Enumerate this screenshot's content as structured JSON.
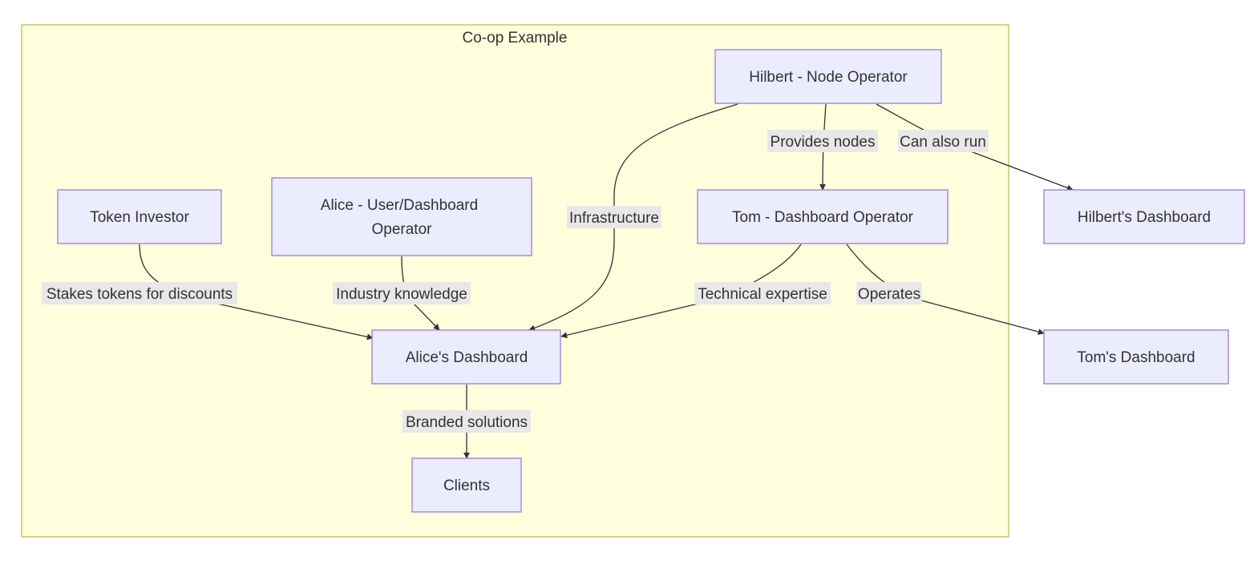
{
  "cluster": {
    "title": "Co-op Example"
  },
  "nodes": {
    "token_investor": {
      "label": "Token Investor"
    },
    "alice": {
      "label_line1": "Alice - User/Dashboard",
      "label_line2": "Operator"
    },
    "hilbert": {
      "label": "Hilbert - Node Operator"
    },
    "tom": {
      "label": "Tom - Dashboard Operator"
    },
    "hilberts_dashboard": {
      "label": "Hilbert's Dashboard"
    },
    "alices_dashboard": {
      "label": "Alice's Dashboard"
    },
    "toms_dashboard": {
      "label": "Tom's Dashboard"
    },
    "clients": {
      "label": "Clients"
    }
  },
  "edges": {
    "stakes": {
      "from": "Token Investor",
      "to": "Alice's Dashboard",
      "label": "Stakes tokens for discounts"
    },
    "industry": {
      "from": "Alice - User/Dashboard Operator",
      "to": "Alice's Dashboard",
      "label": "Industry knowledge"
    },
    "infrastructure": {
      "from": "Hilbert - Node Operator",
      "to": "Alice's Dashboard",
      "label": "Infrastructure"
    },
    "provides": {
      "from": "Hilbert - Node Operator",
      "to": "Tom - Dashboard Operator",
      "label": "Provides nodes"
    },
    "canrun": {
      "from": "Hilbert - Node Operator",
      "to": "Hilbert's Dashboard",
      "label": "Can also run"
    },
    "technical": {
      "from": "Tom - Dashboard Operator",
      "to": "Alice's Dashboard",
      "label": "Technical expertise"
    },
    "operates": {
      "from": "Tom - Dashboard Operator",
      "to": "Tom's Dashboard",
      "label": "Operates"
    },
    "branded": {
      "from": "Alice's Dashboard",
      "to": "Clients",
      "label": "Branded solutions"
    }
  },
  "colors": {
    "cluster_fill": "#ffffde",
    "cluster_stroke": "#c7c76a",
    "node_fill": "#ececff",
    "node_stroke": "#9370db",
    "edge": "#333333",
    "edge_label_bg": "#e8e8e8",
    "text": "#333333"
  }
}
